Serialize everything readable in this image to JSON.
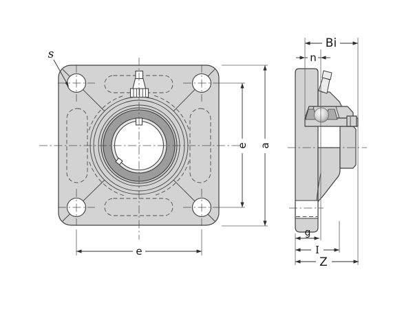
{
  "colors": {
    "background": "#ffffff",
    "body-fill": "#d3d3d3",
    "body-fill-2": "#c9c9c9",
    "ring-dark": "#9c9c9c",
    "ring-light": "#e6e6e6",
    "bore-fill": "#ffffff",
    "outline": "#3f3f3f",
    "dim-color": "#2e2e2e"
  },
  "front_view": {
    "labels": {
      "bolt_hole_diameter": "s",
      "bolt_spacing_vertical": "e",
      "bolt_spacing_horizontal": "e",
      "flange_size": "a"
    }
  },
  "side_view": {
    "labels": {
      "inner_ring_width": "Bi",
      "inner_ring_protrusion": "n",
      "flange_thickness": "g",
      "hub_length": "I",
      "total_width": "Z"
    }
  }
}
